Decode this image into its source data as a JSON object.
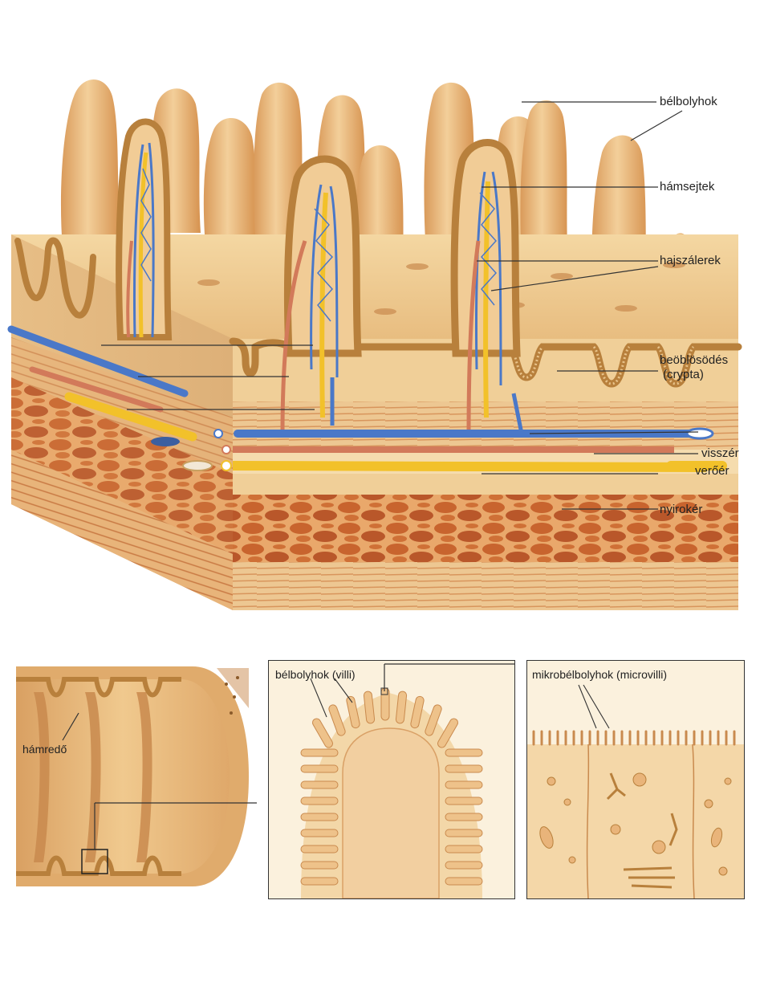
{
  "labels": {
    "villi": "bélbolyhok",
    "epithelial_cells": "hámsejtek",
    "capillaries": "hajszálerek",
    "crypt_line1": "beöblösödés",
    "crypt_line2": "(crypta)",
    "vein": "visszér",
    "artery": "verőér",
    "lymph_vessel": "nyirokér",
    "mucosal_fold": "hámredő",
    "villi_latin": "bélbolyhok (villi)",
    "microvilli": "mikrobélbolyhok (microvilli)"
  },
  "colors": {
    "tissue_light": "#f4d9a6",
    "tissue_mid": "#e9b87a",
    "villus_fill": "#efc48e",
    "villus_shade": "#d99a5a",
    "epithelium": "#b8803c",
    "muscle": "#c8642e",
    "muscle_dark": "#a84a1e",
    "vein_blue": "#4a78c8",
    "artery_red": "#d27a5a",
    "lymph_yellow": "#f2c12a"
  }
}
